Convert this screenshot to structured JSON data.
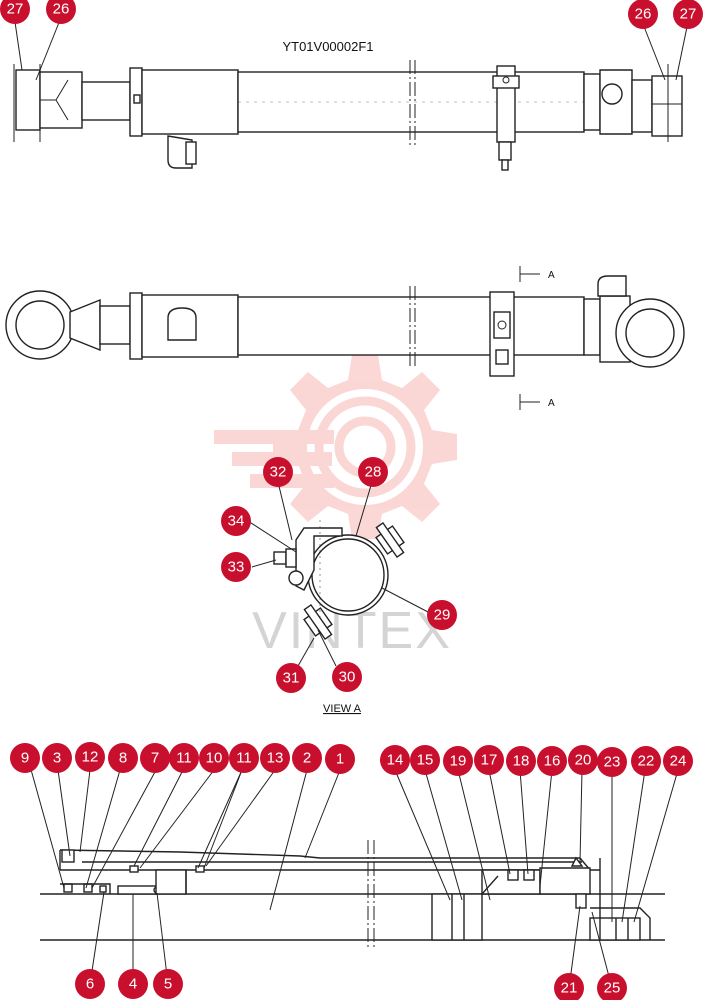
{
  "drawing_code": "YT01V00002F1",
  "view_label": "VIEW A",
  "section_marker": "A",
  "watermark": "VINTEX",
  "accent_color": "#c8102e",
  "callouts": {
    "c1": "1",
    "c2": "2",
    "c3": "3",
    "c4": "4",
    "c5": "5",
    "c6": "6",
    "c7": "7",
    "c8": "8",
    "c9": "9",
    "c10": "10",
    "c11a": "11",
    "c11b": "11",
    "c12": "12",
    "c13": "13",
    "c14": "14",
    "c15": "15",
    "c16": "16",
    "c17": "17",
    "c18": "18",
    "c19": "19",
    "c20": "20",
    "c21": "21",
    "c22": "22",
    "c23": "23",
    "c24": "24",
    "c25": "25",
    "c26a": "26",
    "c26b": "26",
    "c27a": "27",
    "c27b": "27",
    "c28": "28",
    "c29": "29",
    "c30": "30",
    "c31": "31",
    "c32": "32",
    "c33": "33",
    "c34": "34"
  }
}
